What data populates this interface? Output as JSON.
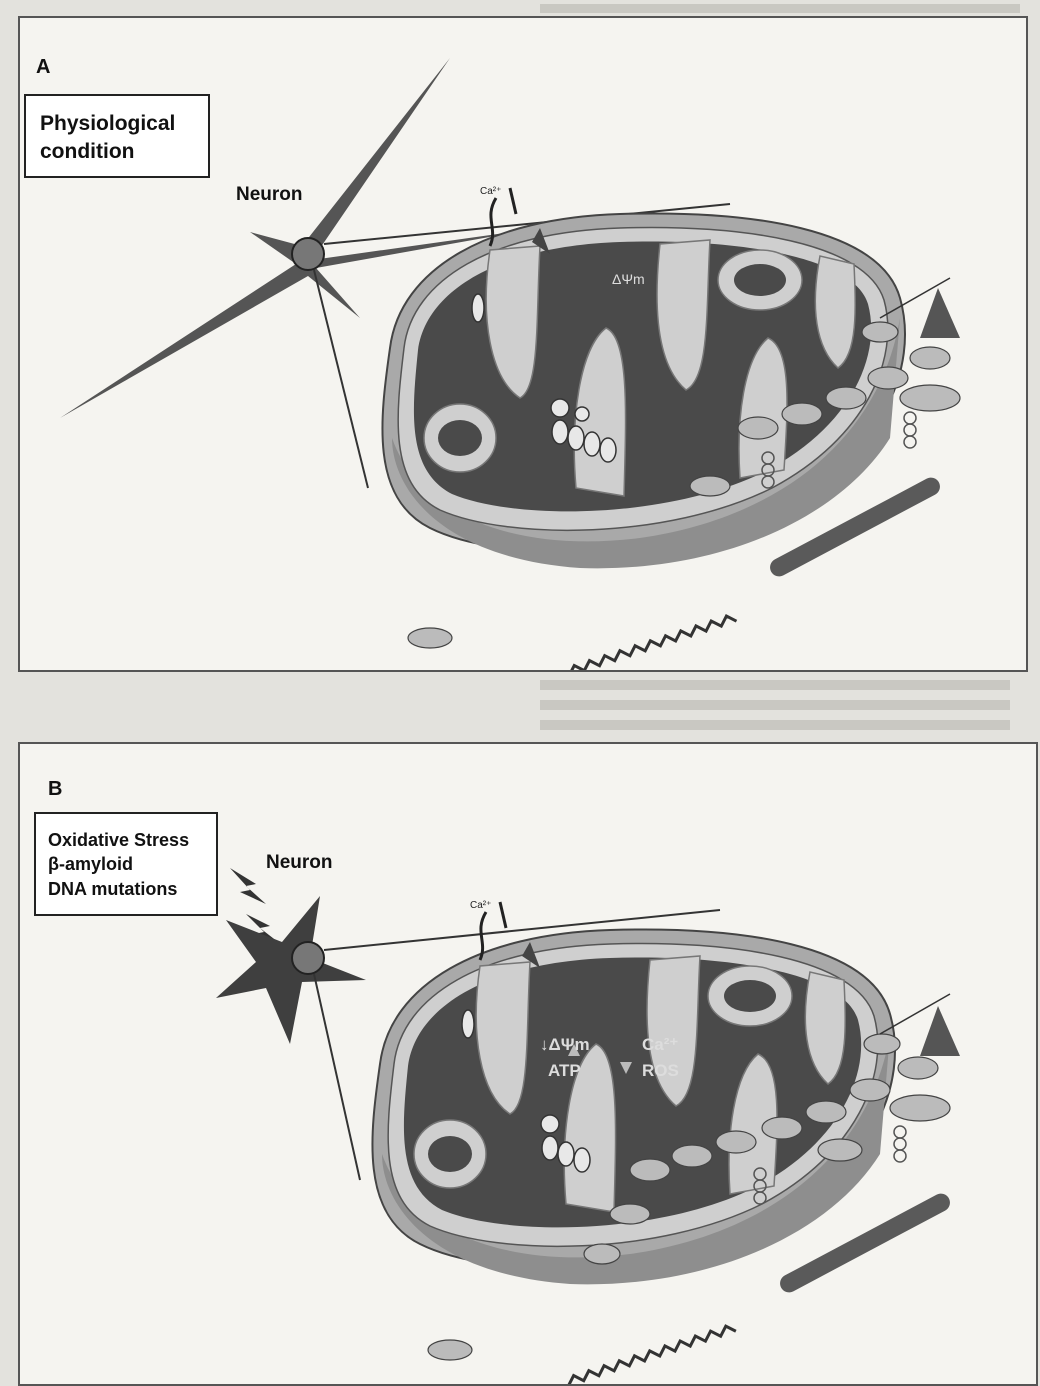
{
  "panel_a": {
    "letter": "A",
    "condition_lines": [
      "Physiological",
      "condition"
    ],
    "neuron_label": "Neuron",
    "labels": {
      "calcium": "Ca²⁺",
      "delta_psi": "ΔΨm"
    }
  },
  "panel_b": {
    "letter": "B",
    "condition_lines": [
      "Oxidative Stress",
      "β-amyloid",
      "DNA mutations"
    ],
    "neuron_label": "Neuron",
    "labels": {
      "calcium": "Ca²⁺",
      "delta_psi": "↓ΔΨm",
      "atp": "ATP",
      "calcium_up": "Ca²⁺",
      "ros": "ROS"
    }
  },
  "colors": {
    "background": "#e3e2dd",
    "panel": "#f5f4f0",
    "matrix": "#4a4a4a",
    "membrane": "#bdbdbd",
    "neuron_a": "#555555",
    "neuron_b": "#3f3f3f"
  }
}
